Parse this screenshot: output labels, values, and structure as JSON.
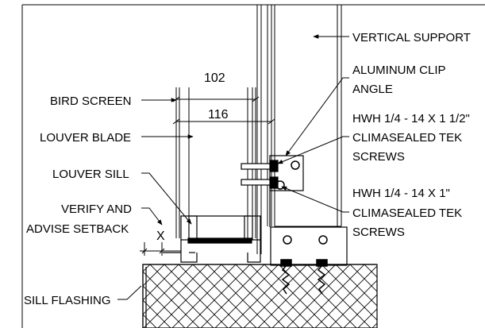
{
  "labels": {
    "vertical_support": "VERTICAL SUPPORT",
    "aluminum_clip_line1": "ALUMINUM CLIP",
    "aluminum_clip_line2": "ANGLE",
    "hwh1_line1": "HWH 1/4 - 14 X 1 1/2\"",
    "hwh1_line2": "CLIMASEALED TEK",
    "hwh1_line3": "SCREWS",
    "hwh2_line1": "HWH 1/4 - 14 X 1\"",
    "hwh2_line2": "CLIMASEALED TEK",
    "hwh2_line3": "SCREWS",
    "bird_screen": "BIRD SCREEN",
    "louver_blade": "LOUVER BLADE",
    "louver_sill": "LOUVER SILL",
    "verify_line1": "VERIFY AND",
    "verify_line2": "ADVISE SETBACK",
    "sill_flashing": "SILL FLASHING"
  },
  "dimensions": {
    "inner_width": "102",
    "outer_width": "116",
    "setback": "X"
  }
}
